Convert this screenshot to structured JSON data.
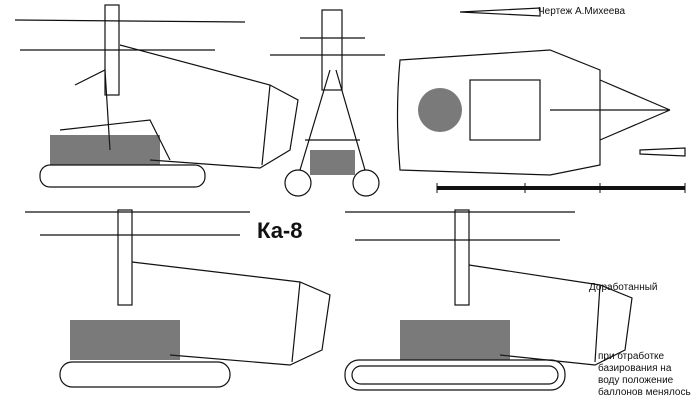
{
  "drawing": {
    "credit": "Чертеж А.Михеева",
    "title": "Ка-8",
    "modified_label": "Доработанный",
    "note": "при отработке базирования на воду положение баллонов менялось",
    "views": [
      "side-view-original",
      "front-view",
      "top-view",
      "scale-bar",
      "side-view-modified-a",
      "side-view-modified-b"
    ]
  }
}
